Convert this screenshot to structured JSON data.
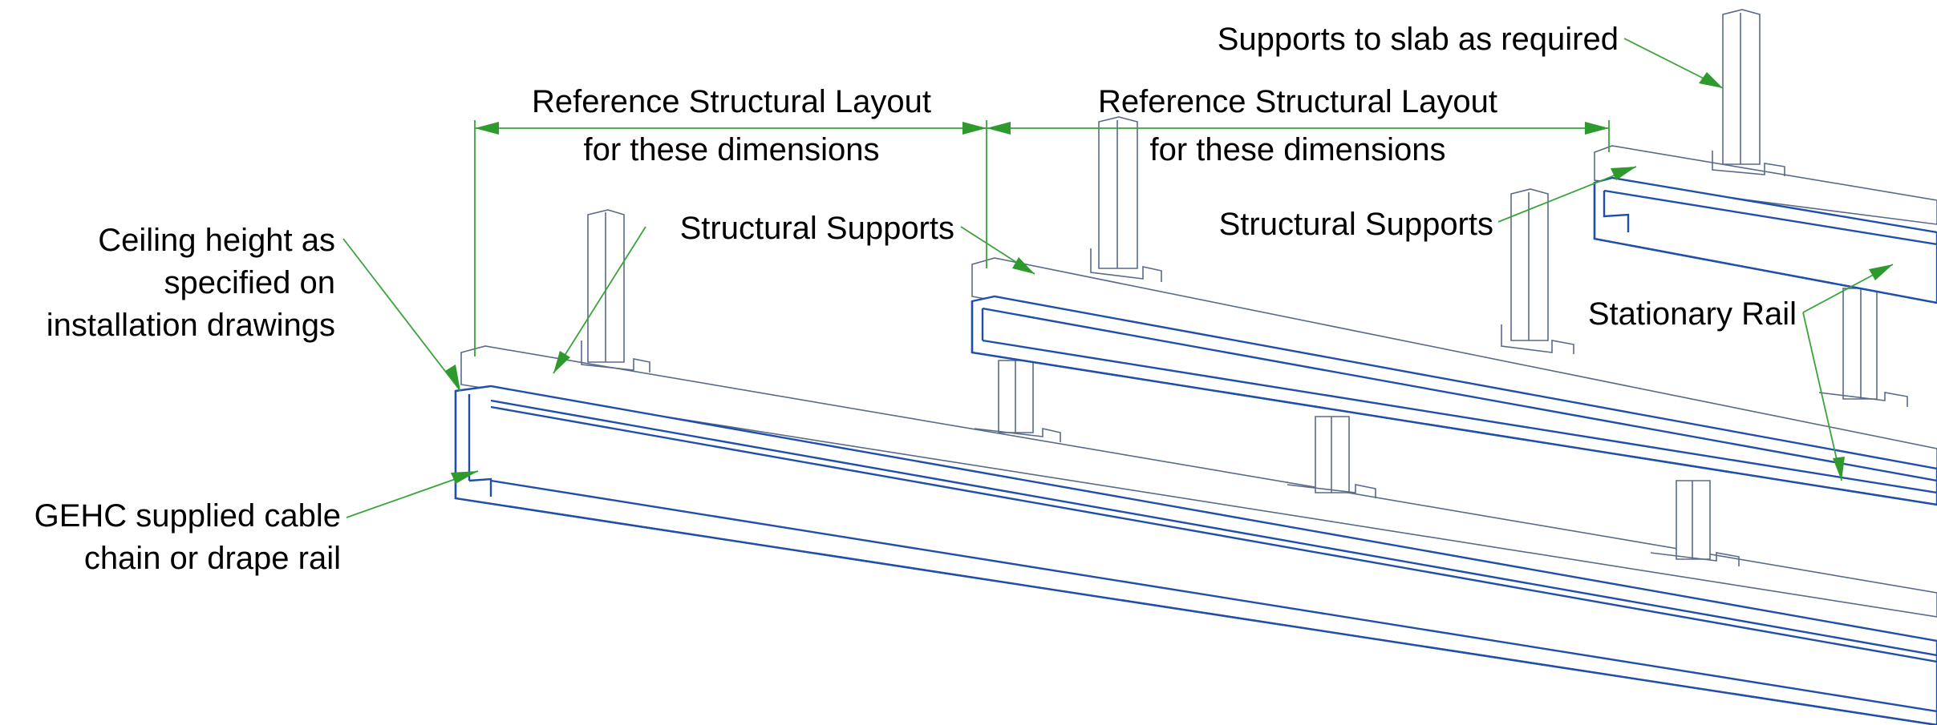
{
  "labels": {
    "supports_to_slab": "Supports to slab as required",
    "ref_layout_1_line1": "Reference Structural Layout",
    "ref_layout_1_line2": "for these dimensions",
    "ref_layout_2_line1": "Reference Structural Layout",
    "ref_layout_2_line2": "for these dimensions",
    "ceiling_line1": "Ceiling height as",
    "ceiling_line2": "specified on",
    "ceiling_line3": "installation drawings",
    "structural_supports_1": "Structural Supports",
    "structural_supports_2": "Structural Supports",
    "stationary_rail": "Stationary Rail",
    "gehc_line1": "GEHC supplied cable",
    "gehc_line2": "chain or drape rail"
  },
  "colors": {
    "leader": "#3aa33a",
    "rail": "#1f4fa8",
    "structure": "#5a6a8a"
  }
}
